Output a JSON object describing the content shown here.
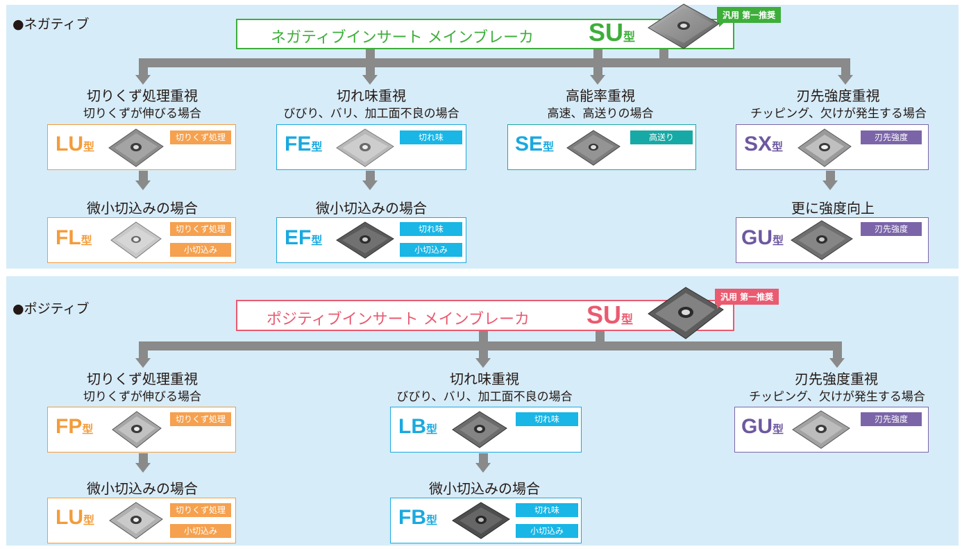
{
  "colors": {
    "panel_bg": "#d6ecf8",
    "neg_accent": "#3dae3a",
    "pos_accent": "#ea5a70",
    "chip_processing": "#f5a14f",
    "sharpness": "#19b6e6",
    "high_feed": "#17a9a5",
    "edge_strength": "#7b65a8",
    "arrow": "#8a8a8a",
    "orange_code": "#f39c3a",
    "cyan_code": "#1aa9df",
    "purple_code": "#6e58a0"
  },
  "negative": {
    "section_label": "●ネガティブ",
    "main_title": "ネガティブインサート メインブレーカ",
    "main_code": "SU",
    "main_suffix": "型",
    "badge": "汎用 第一推奨",
    "col1": {
      "title": "切りくず処理重視",
      "subtitle": "切りくずが伸びる場合",
      "card": {
        "code": "LU",
        "suffix": "型",
        "tags": [
          "切りくず処理"
        ]
      },
      "sub_title": "微小切込みの場合",
      "sub_card": {
        "code": "FL",
        "suffix": "型",
        "tags": [
          "切りくず処理",
          "小切込み"
        ]
      }
    },
    "col2": {
      "title": "切れ味重視",
      "subtitle": "びびり、バリ、加工面不良の場合",
      "card": {
        "code": "FE",
        "suffix": "型",
        "tags": [
          "切れ味"
        ]
      },
      "sub_title": "微小切込みの場合",
      "sub_card": {
        "code": "EF",
        "suffix": "型",
        "tags": [
          "切れ味",
          "小切込み"
        ]
      }
    },
    "col3": {
      "title": "高能率重視",
      "subtitle": "高速、高送りの場合",
      "card": {
        "code": "SE",
        "suffix": "型",
        "tags": [
          "高送り"
        ]
      }
    },
    "col4": {
      "title": "刃先強度重視",
      "subtitle": "チッピング、欠けが発生する場合",
      "card": {
        "code": "SX",
        "suffix": "型",
        "tags": [
          "刃先強度"
        ]
      },
      "sub_title": "更に強度向上",
      "sub_card": {
        "code": "GU",
        "suffix": "型",
        "tags": [
          "刃先強度"
        ]
      }
    }
  },
  "positive": {
    "section_label": "●ポジティブ",
    "main_title": "ポジティブインサート メインブレーカ",
    "main_code": "SU",
    "main_suffix": "型",
    "badge": "汎用 第一推奨",
    "col1": {
      "title": "切りくず処理重視",
      "subtitle": "切りくずが伸びる場合",
      "card": {
        "code": "FP",
        "suffix": "型",
        "tags": [
          "切りくず処理"
        ]
      },
      "sub_title": "微小切込みの場合",
      "sub_card": {
        "code": "LU",
        "suffix": "型",
        "tags": [
          "切りくず処理",
          "小切込み"
        ]
      }
    },
    "col2": {
      "title": "切れ味重視",
      "subtitle": "びびり、バリ、加工面不良の場合",
      "card": {
        "code": "LB",
        "suffix": "型",
        "tags": [
          "切れ味"
        ]
      },
      "sub_title": "微小切込みの場合",
      "sub_card": {
        "code": "FB",
        "suffix": "型",
        "tags": [
          "切れ味",
          "小切込み"
        ]
      }
    },
    "col3": {
      "title": "刃先強度重視",
      "subtitle": "チッピング、欠けが発生する場合",
      "card": {
        "code": "GU",
        "suffix": "型",
        "tags": [
          "刃先強度"
        ]
      }
    }
  }
}
